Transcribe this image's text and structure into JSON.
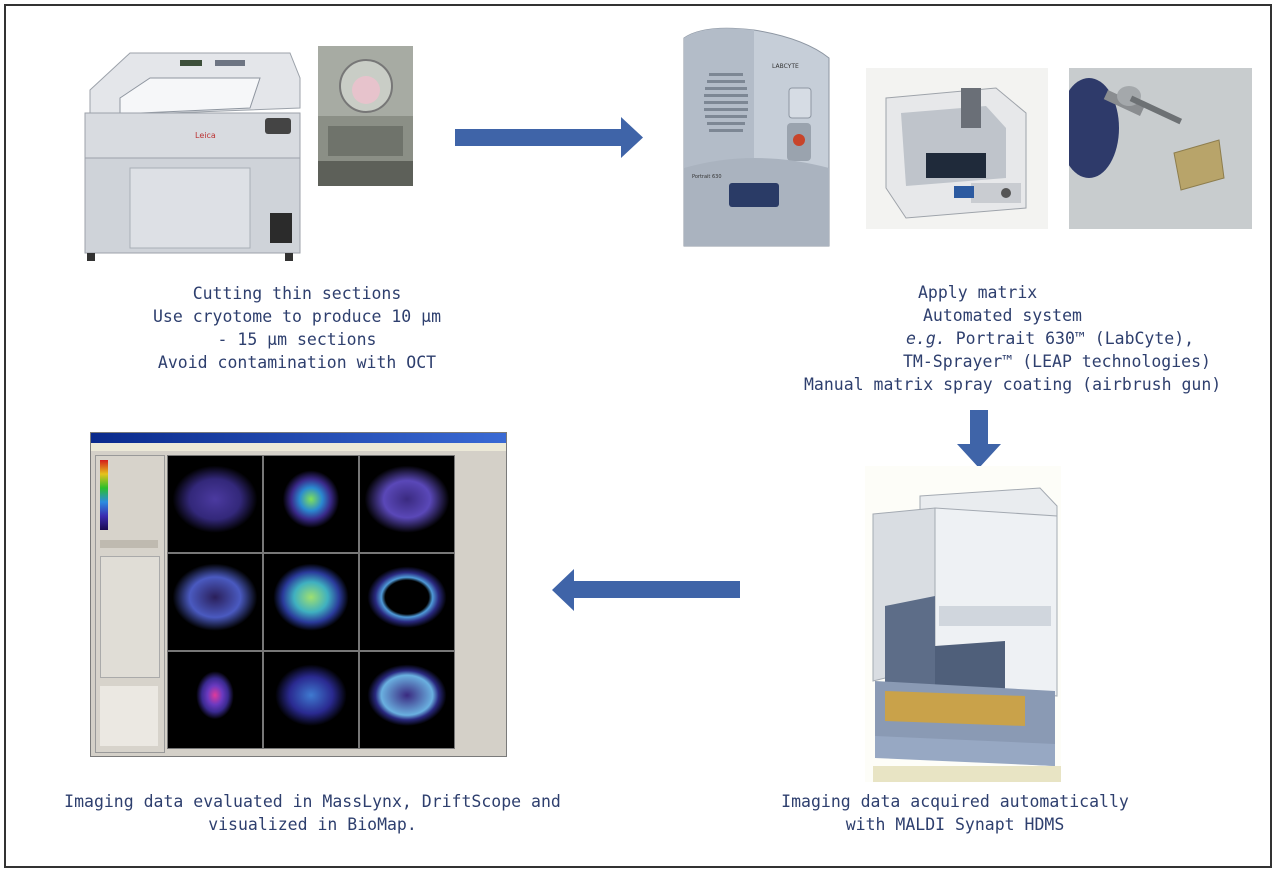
{
  "steps": {
    "cutting": {
      "lines": [
        "Cutting thin sections",
        "Use cryotome to produce 10 µm",
        "- 15 µm sections",
        "Avoid contamination with OCT"
      ]
    },
    "matrix": {
      "lines": [
        "Apply matrix",
        "Automated system",
        "Portrait 630™ (LabCyte),",
        "TM-Sprayer™ (LEAP technologies)",
        "Manual matrix spray coating (airbrush gun)"
      ],
      "eg_prefix": "e.g."
    },
    "acquire": {
      "lines": [
        "Imaging data acquired automatically",
        "with MALDI Synapt HDMS"
      ]
    },
    "evaluate": {
      "lines": [
        "Imaging data evaluated in MassLynx, DriftScope and",
        "visualized in BioMap."
      ]
    }
  },
  "device_labels": {
    "portrait_brand": "LABCYTE",
    "portrait_model": "Portrait 630"
  },
  "colors": {
    "arrow": "#3f64a8",
    "text": "#2e3f6e",
    "border": "#333333"
  },
  "arrows": [
    "right",
    "down",
    "left"
  ]
}
